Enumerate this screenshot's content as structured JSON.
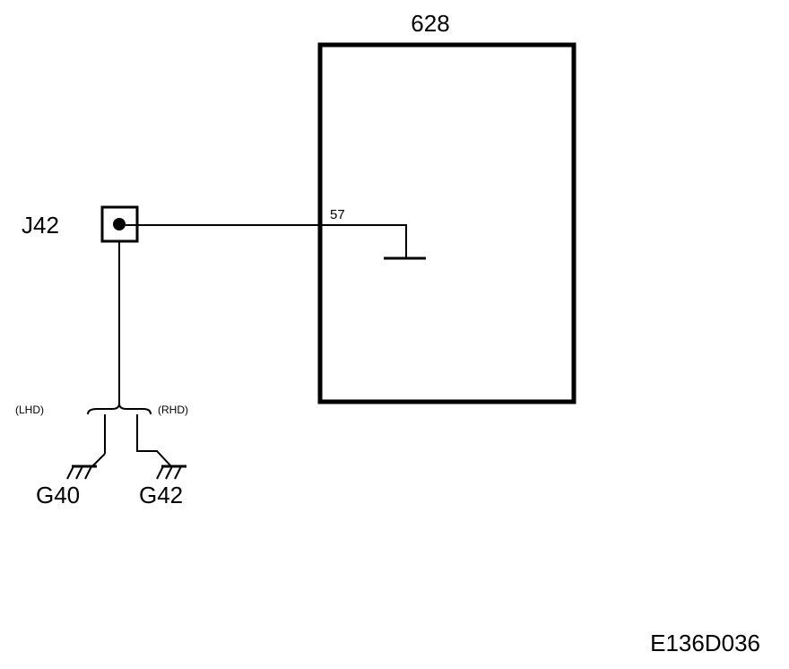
{
  "component": {
    "id": "628",
    "pin": "57"
  },
  "connector": {
    "id": "J42"
  },
  "variants": {
    "left": "(LHD)",
    "right": "(RHD)"
  },
  "grounds": [
    {
      "id": "G40"
    },
    {
      "id": "G42"
    }
  ],
  "figure_id": "E136D036",
  "colors": {
    "line": "#000000",
    "background": "#ffffff"
  }
}
